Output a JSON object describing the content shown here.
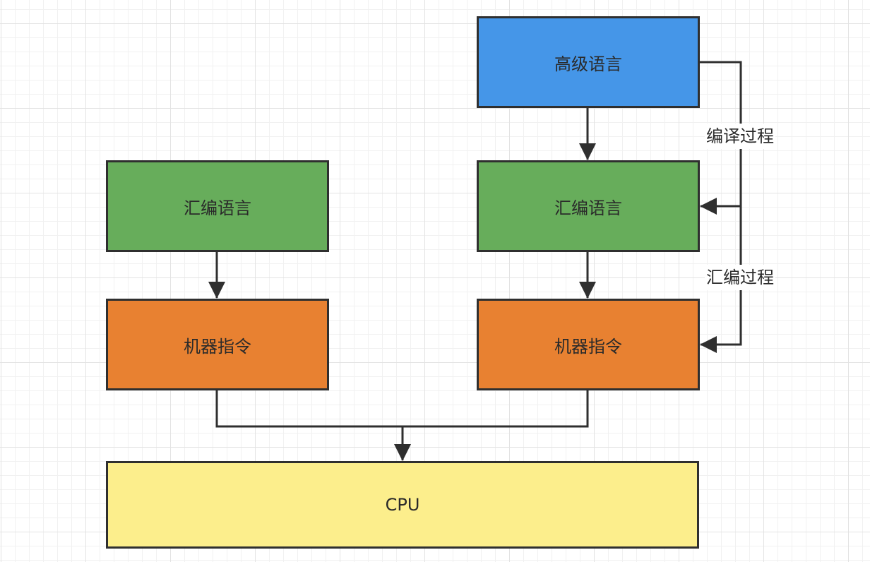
{
  "nodes": {
    "high_level": {
      "label": "高级语言",
      "color": "#4596e8"
    },
    "assembly_left": {
      "label": "汇编语言",
      "color": "#67ad5b"
    },
    "assembly_right": {
      "label": "汇编语言",
      "color": "#67ad5b"
    },
    "machine_left": {
      "label": "机器指令",
      "color": "#e88131"
    },
    "machine_right": {
      "label": "机器指令",
      "color": "#e88131"
    },
    "cpu": {
      "label": "CPU",
      "color": "#fcee8c"
    }
  },
  "edge_labels": {
    "compile": "编译过程",
    "assemble": "汇编过程"
  },
  "colors": {
    "line": "#2f2f2f",
    "grid": "#e3e3e3"
  }
}
